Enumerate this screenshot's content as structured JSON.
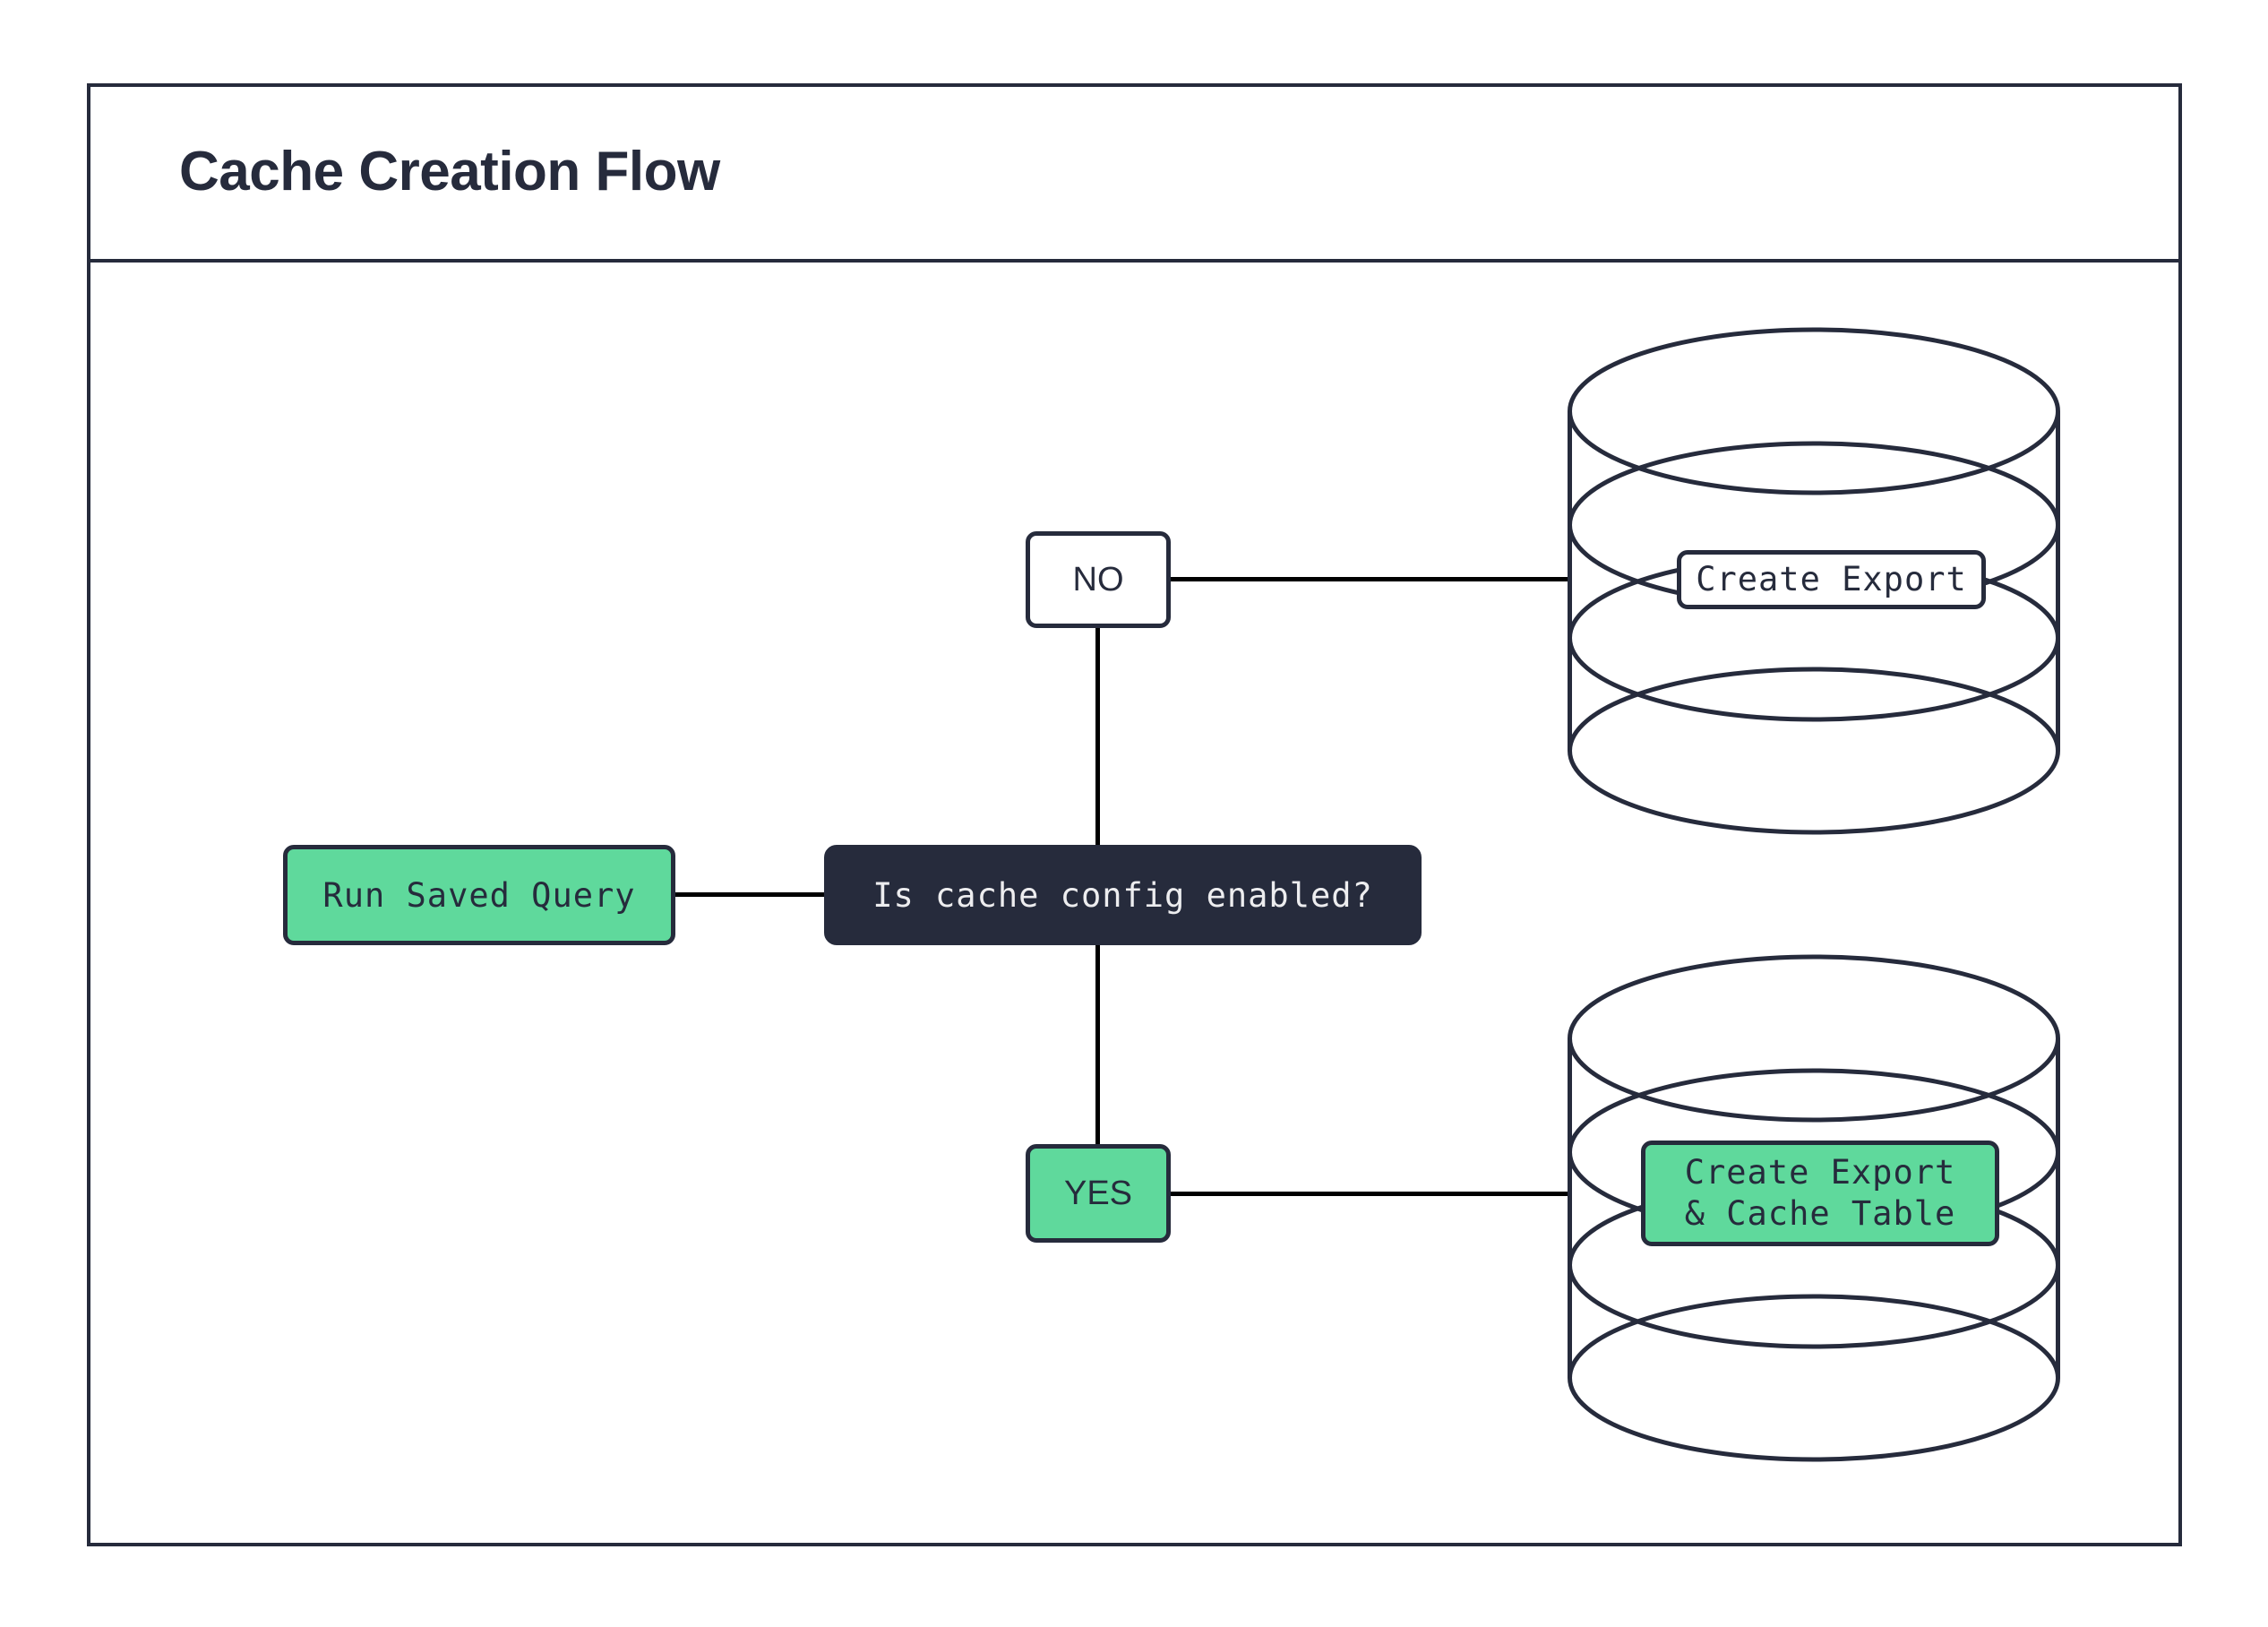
{
  "diagram": {
    "title": "Cache Creation Flow",
    "colors": {
      "ink": "#262B3C",
      "green": "#5FD99C",
      "connector": "#000000",
      "surface": "#FFFFFF"
    },
    "nodes": {
      "start": {
        "label": "Run Saved Query",
        "shape": "rounded-rect",
        "fill": "green"
      },
      "decision": {
        "label": "Is cache config enabled?",
        "shape": "rounded-rect",
        "fill": "dark"
      },
      "branch_no": {
        "label": "NO",
        "shape": "rounded-rect",
        "fill": "white"
      },
      "branch_yes": {
        "label": "YES",
        "shape": "rounded-rect",
        "fill": "green"
      },
      "db_no": {
        "label": "Create Export",
        "shape": "database-cylinder",
        "fill": "white"
      },
      "db_yes": {
        "label": "Create Export\n& Cache Table",
        "shape": "database-cylinder",
        "fill": "green"
      }
    },
    "edges": [
      {
        "from": "start",
        "to": "decision"
      },
      {
        "from": "decision",
        "to": "branch_no"
      },
      {
        "from": "branch_no",
        "to": "db_no"
      },
      {
        "from": "decision",
        "to": "branch_yes"
      },
      {
        "from": "branch_yes",
        "to": "db_yes"
      }
    ]
  }
}
